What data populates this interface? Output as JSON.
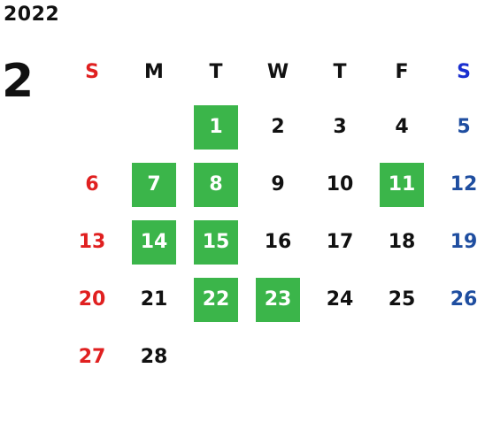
{
  "calendar": {
    "year": "2022",
    "month": "2",
    "weekdays": [
      "S",
      "M",
      "T",
      "W",
      "T",
      "F",
      "S"
    ],
    "first_weekday_index": 2,
    "days_in_month": 28,
    "highlighted_days": [
      1,
      7,
      8,
      11,
      14,
      15,
      22,
      23
    ],
    "colors": {
      "highlight": "#3bb54a",
      "sunday": "#e02020",
      "saturday": "#1f4ea0",
      "saturday_header": "#1a2fd0",
      "text": "#111111"
    }
  }
}
